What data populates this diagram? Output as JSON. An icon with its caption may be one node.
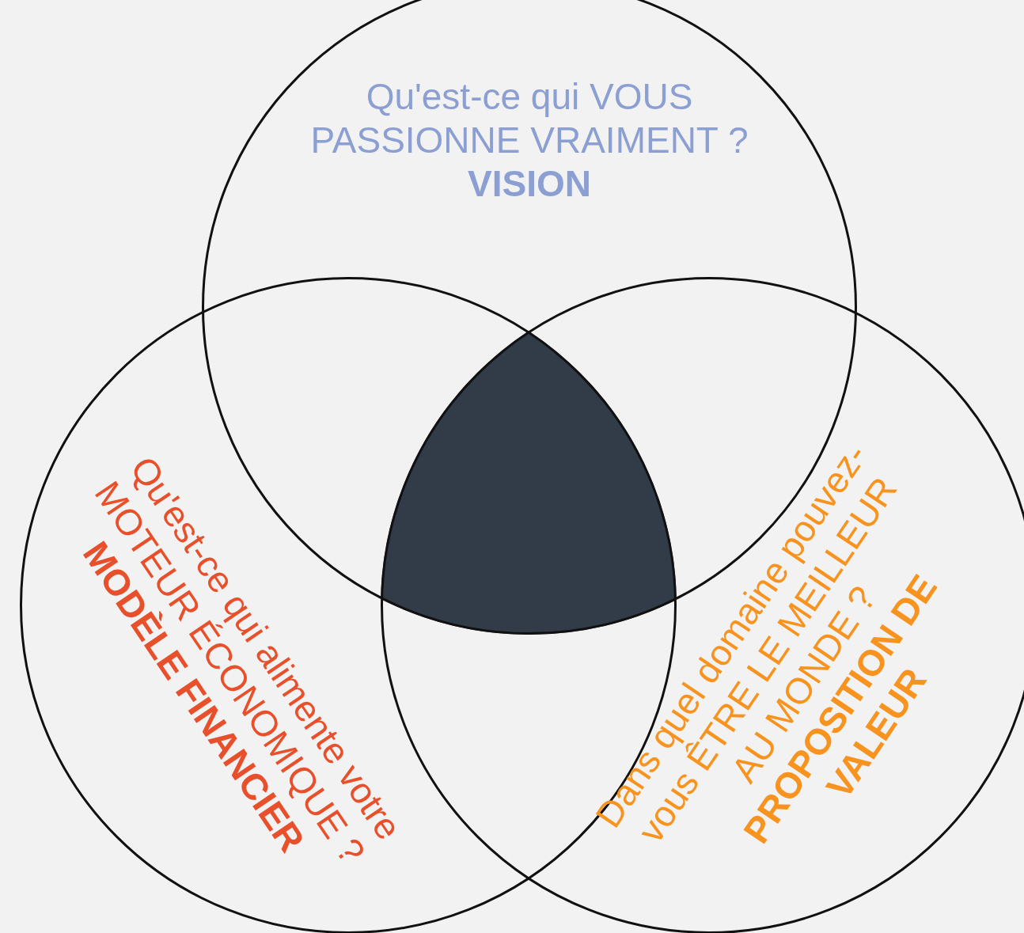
{
  "diagram": {
    "nodes": [
      {
        "text": [
          "Qu'est-ce qui VOUS PASSIONNE VRAIMENT ?",
          "VISION"
        ]
      },
      {
        "text": [
          "Qu'est-ce qui alimente votre MOTEUR ÉCONOMIQUE ?",
          "MODÈLE FINANCIER"
        ]
      },
      {
        "text": [
          "Dans quel domaine pouvez-vous ÊTRE LE MEILLEUR AU MONDE ?",
          "PROPOSITION DE VALEUR"
        ]
      },
      {
        "text": [],
        "shape": "triangle"
      }
    ]
  }
}
